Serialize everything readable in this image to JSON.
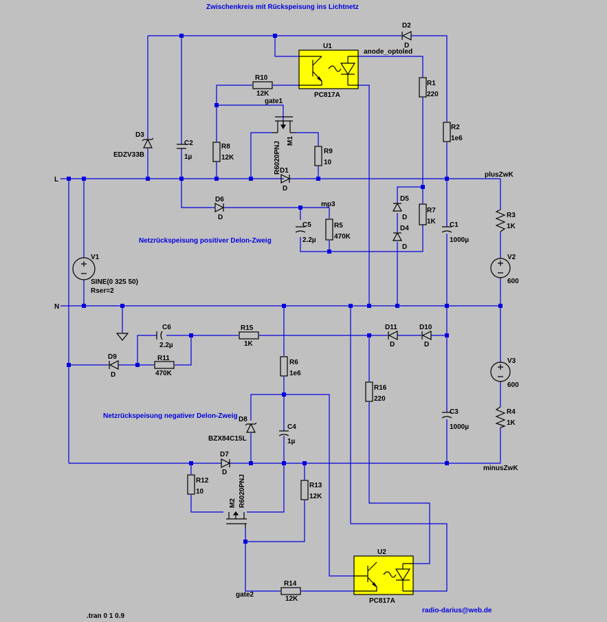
{
  "title": "Zwischenkreis mit Rückspeisung ins Lichtnetz",
  "section_positive": "Netzrückspeisung positiver Delon-Zweig",
  "section_negative": "Netzrückspeisung negativer Delon-Zweig",
  "author": "radio-darius@web.de",
  "directive": ".tran 0 1 0.9",
  "nets": {
    "L": "L",
    "N": "N",
    "plus": "plusZwK",
    "minus": "minusZwK",
    "anode": "anode_optoled",
    "gate1": "gate1",
    "gate2": "gate2",
    "mp3": "mp3"
  },
  "components": {
    "U1": {
      "ref": "U1",
      "value": "PC817A"
    },
    "U2": {
      "ref": "U2",
      "value": "PC817A"
    },
    "D1": {
      "ref": "D1",
      "value": "D"
    },
    "D2": {
      "ref": "D2",
      "value": "D"
    },
    "D3": {
      "ref": "D3",
      "value": "EDZV33B"
    },
    "D4": {
      "ref": "D4",
      "value": "D"
    },
    "D5": {
      "ref": "D5",
      "value": "D"
    },
    "D6": {
      "ref": "D6",
      "value": "D"
    },
    "D7": {
      "ref": "D7",
      "value": "D"
    },
    "D8": {
      "ref": "D8",
      "value": "BZX84C15L"
    },
    "D9": {
      "ref": "D9",
      "value": "D"
    },
    "D10": {
      "ref": "D10",
      "value": "D"
    },
    "D11": {
      "ref": "D11",
      "value": "D"
    },
    "R1": {
      "ref": "R1",
      "value": "220"
    },
    "R2": {
      "ref": "R2",
      "value": "1e6"
    },
    "R3": {
      "ref": "R3",
      "value": "1K"
    },
    "R4": {
      "ref": "R4",
      "value": "1K"
    },
    "R5": {
      "ref": "R5",
      "value": "470K"
    },
    "R6": {
      "ref": "R6",
      "value": "1e6"
    },
    "R7": {
      "ref": "R7",
      "value": "1K"
    },
    "R8": {
      "ref": "R8",
      "value": "12K"
    },
    "R9": {
      "ref": "R9",
      "value": "10"
    },
    "R10": {
      "ref": "R10",
      "value": "12K"
    },
    "R11": {
      "ref": "R11",
      "value": "470K"
    },
    "R12": {
      "ref": "R12",
      "value": "10"
    },
    "R13": {
      "ref": "R13",
      "value": "12K"
    },
    "R14": {
      "ref": "R14",
      "value": "12K"
    },
    "R15": {
      "ref": "R15",
      "value": "1K"
    },
    "R16": {
      "ref": "R16",
      "value": "220"
    },
    "C1": {
      "ref": "C1",
      "value": "1000µ"
    },
    "C2": {
      "ref": "C2",
      "value": "1µ"
    },
    "C3": {
      "ref": "C3",
      "value": "1000µ"
    },
    "C4": {
      "ref": "C4",
      "value": "1µ"
    },
    "C5": {
      "ref": "C5",
      "value": "2.2µ"
    },
    "C6": {
      "ref": "C6",
      "value": "2.2µ"
    },
    "M1": {
      "ref": "M1",
      "value": "R6020PNJ"
    },
    "M2": {
      "ref": "M2",
      "value": "R6020PNJ"
    },
    "V1": {
      "ref": "V1",
      "value": "SINE(0 325 50)",
      "extra": "Rser=2"
    },
    "V2": {
      "ref": "V2",
      "value": "600"
    },
    "V3": {
      "ref": "V3",
      "value": "600"
    }
  }
}
